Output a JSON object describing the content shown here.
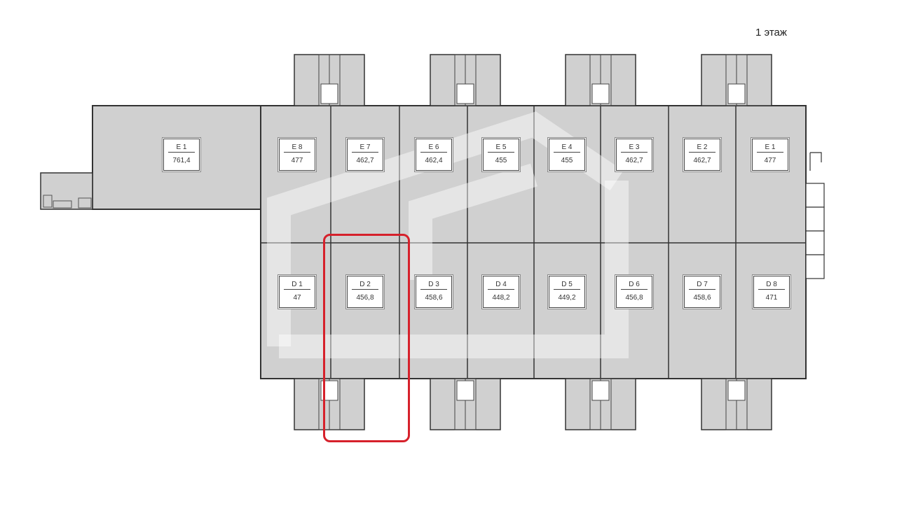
{
  "floor_label": "1 этаж",
  "colors": {
    "unit_fill": "#d0d0d0",
    "wall": "#333333",
    "selection": "#d6212b",
    "watermark": "#ffffff"
  },
  "units": [
    {
      "id": "E1a",
      "code": "E 1",
      "area": "761,4"
    },
    {
      "id": "E8",
      "code": "E 8",
      "area": "477"
    },
    {
      "id": "E7",
      "code": "E 7",
      "area": "462,7"
    },
    {
      "id": "E6",
      "code": "E 6",
      "area": "462,4"
    },
    {
      "id": "E5",
      "code": "E 5",
      "area": "455"
    },
    {
      "id": "E4",
      "code": "E 4",
      "area": "455"
    },
    {
      "id": "E3",
      "code": "E 3",
      "area": "462,7"
    },
    {
      "id": "E2",
      "code": "E 2",
      "area": "462,7"
    },
    {
      "id": "E1b",
      "code": "E 1",
      "area": "477"
    },
    {
      "id": "D1",
      "code": "D 1",
      "area": "47"
    },
    {
      "id": "D2",
      "code": "D 2",
      "area": "456,8"
    },
    {
      "id": "D3",
      "code": "D 3",
      "area": "458,6"
    },
    {
      "id": "D4",
      "code": "D 4",
      "area": "448,2"
    },
    {
      "id": "D5",
      "code": "D 5",
      "area": "449,2"
    },
    {
      "id": "D6",
      "code": "D 6",
      "area": "456,8"
    },
    {
      "id": "D7",
      "code": "D 7",
      "area": "458,6"
    },
    {
      "id": "D8",
      "code": "D 8",
      "area": "471"
    }
  ],
  "selected_unit": "D2"
}
